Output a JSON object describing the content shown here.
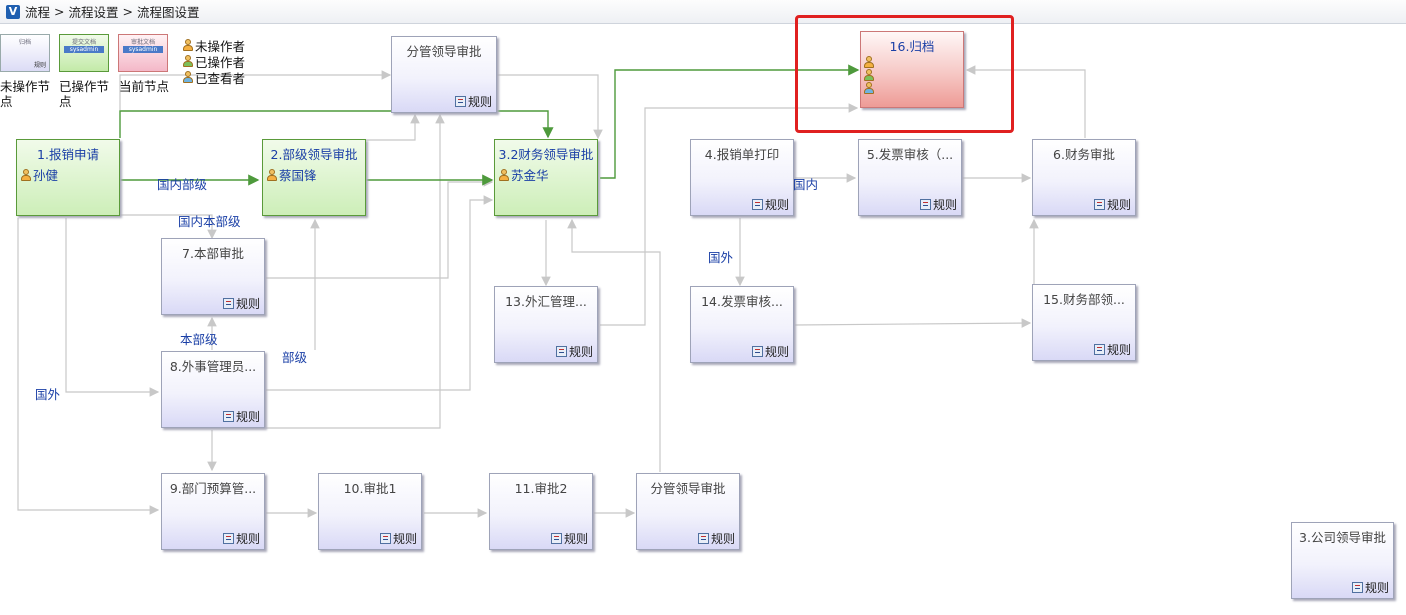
{
  "breadcrumb": [
    "流程",
    "流程设置",
    "流程图设置"
  ],
  "breadcrumb_sep": ">",
  "logo_glyph": "V",
  "legend": {
    "unoperated_label": "未操作节点",
    "operated_label": "已操作节点",
    "current_label": "当前节点",
    "operated_box_title": "提交文档",
    "operated_box_user": "sysadmin",
    "current_box_title": "审批文档",
    "current_box_user": "sysadmin",
    "unoperated_box_title": "归档",
    "box_rule": "规则",
    "not_operated": "未操作者",
    "operated": "已操作者",
    "viewed": "已查看者"
  },
  "nodes": {
    "n_fenguan_top": {
      "title": "分管领导审批",
      "rule": "规则"
    },
    "n16": {
      "title": "16.归档"
    },
    "n1": {
      "title": "1.报销申请",
      "operator": "孙健"
    },
    "n2": {
      "title": "2.部级领导审批",
      "operator": "蔡国锋"
    },
    "n32": {
      "title": "3.2财务领导审批",
      "operator": "苏金华"
    },
    "n4": {
      "title": "4.报销单打印",
      "rule": "规则"
    },
    "n5": {
      "title": "5.发票审核（...",
      "rule": "规则"
    },
    "n6": {
      "title": "6.财务审批",
      "rule": "规则"
    },
    "n7": {
      "title": "7.本部审批",
      "rule": "规则"
    },
    "n13": {
      "title": "13.外汇管理...",
      "rule": "规则"
    },
    "n14": {
      "title": "14.发票审核...",
      "rule": "规则"
    },
    "n15": {
      "title": "15.财务部领...",
      "rule": "规则"
    },
    "n8": {
      "title": "8.外事管理员...",
      "rule": "规则"
    },
    "n9": {
      "title": "9.部门预算管...",
      "rule": "规则"
    },
    "n10": {
      "title": "10.审批1",
      "rule": "规则"
    },
    "n11": {
      "title": "11.审批2",
      "rule": "规则"
    },
    "n_fenguan_bottom": {
      "title": "分管领导审批",
      "rule": "规则"
    },
    "n3": {
      "title": "3.公司领导审批",
      "rule": "规则"
    }
  },
  "edge_labels": {
    "guonei_bumen": "国内部级",
    "guonei_benbu": "国内本部级",
    "benbu": "本部级",
    "buji": "部级",
    "guowai_left": "国外",
    "guonei_right": "国内",
    "guowai_right": "国外"
  },
  "colors": {
    "done_flow": "#4e9a3c",
    "pending_flow": "#c8c8c8",
    "current_highlight": "#e02020"
  }
}
